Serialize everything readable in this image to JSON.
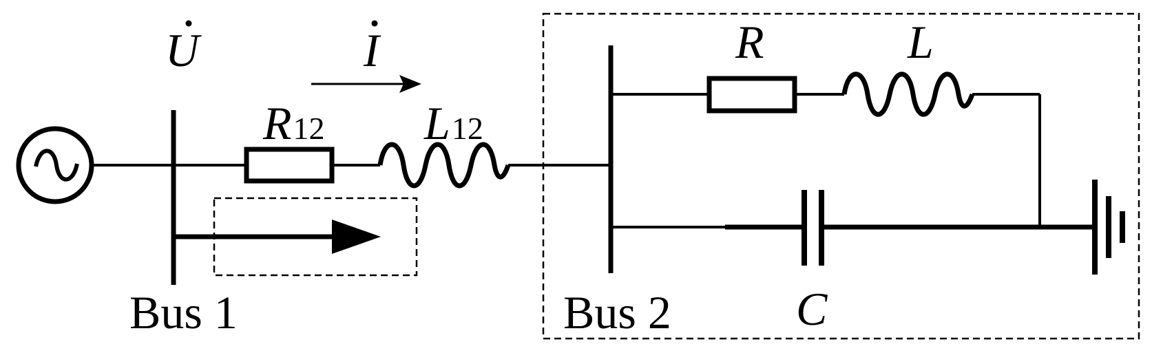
{
  "labels": {
    "voltage": "U",
    "current": "I",
    "r12_main": "R",
    "r12_sub": "12",
    "l12_main": "L",
    "l12_sub": "12",
    "r": "R",
    "l": "L",
    "c": "C",
    "bus1": "Bus 1",
    "bus2": "Bus 2"
  },
  "colors": {
    "stroke": "#000000",
    "background": "#ffffff"
  }
}
